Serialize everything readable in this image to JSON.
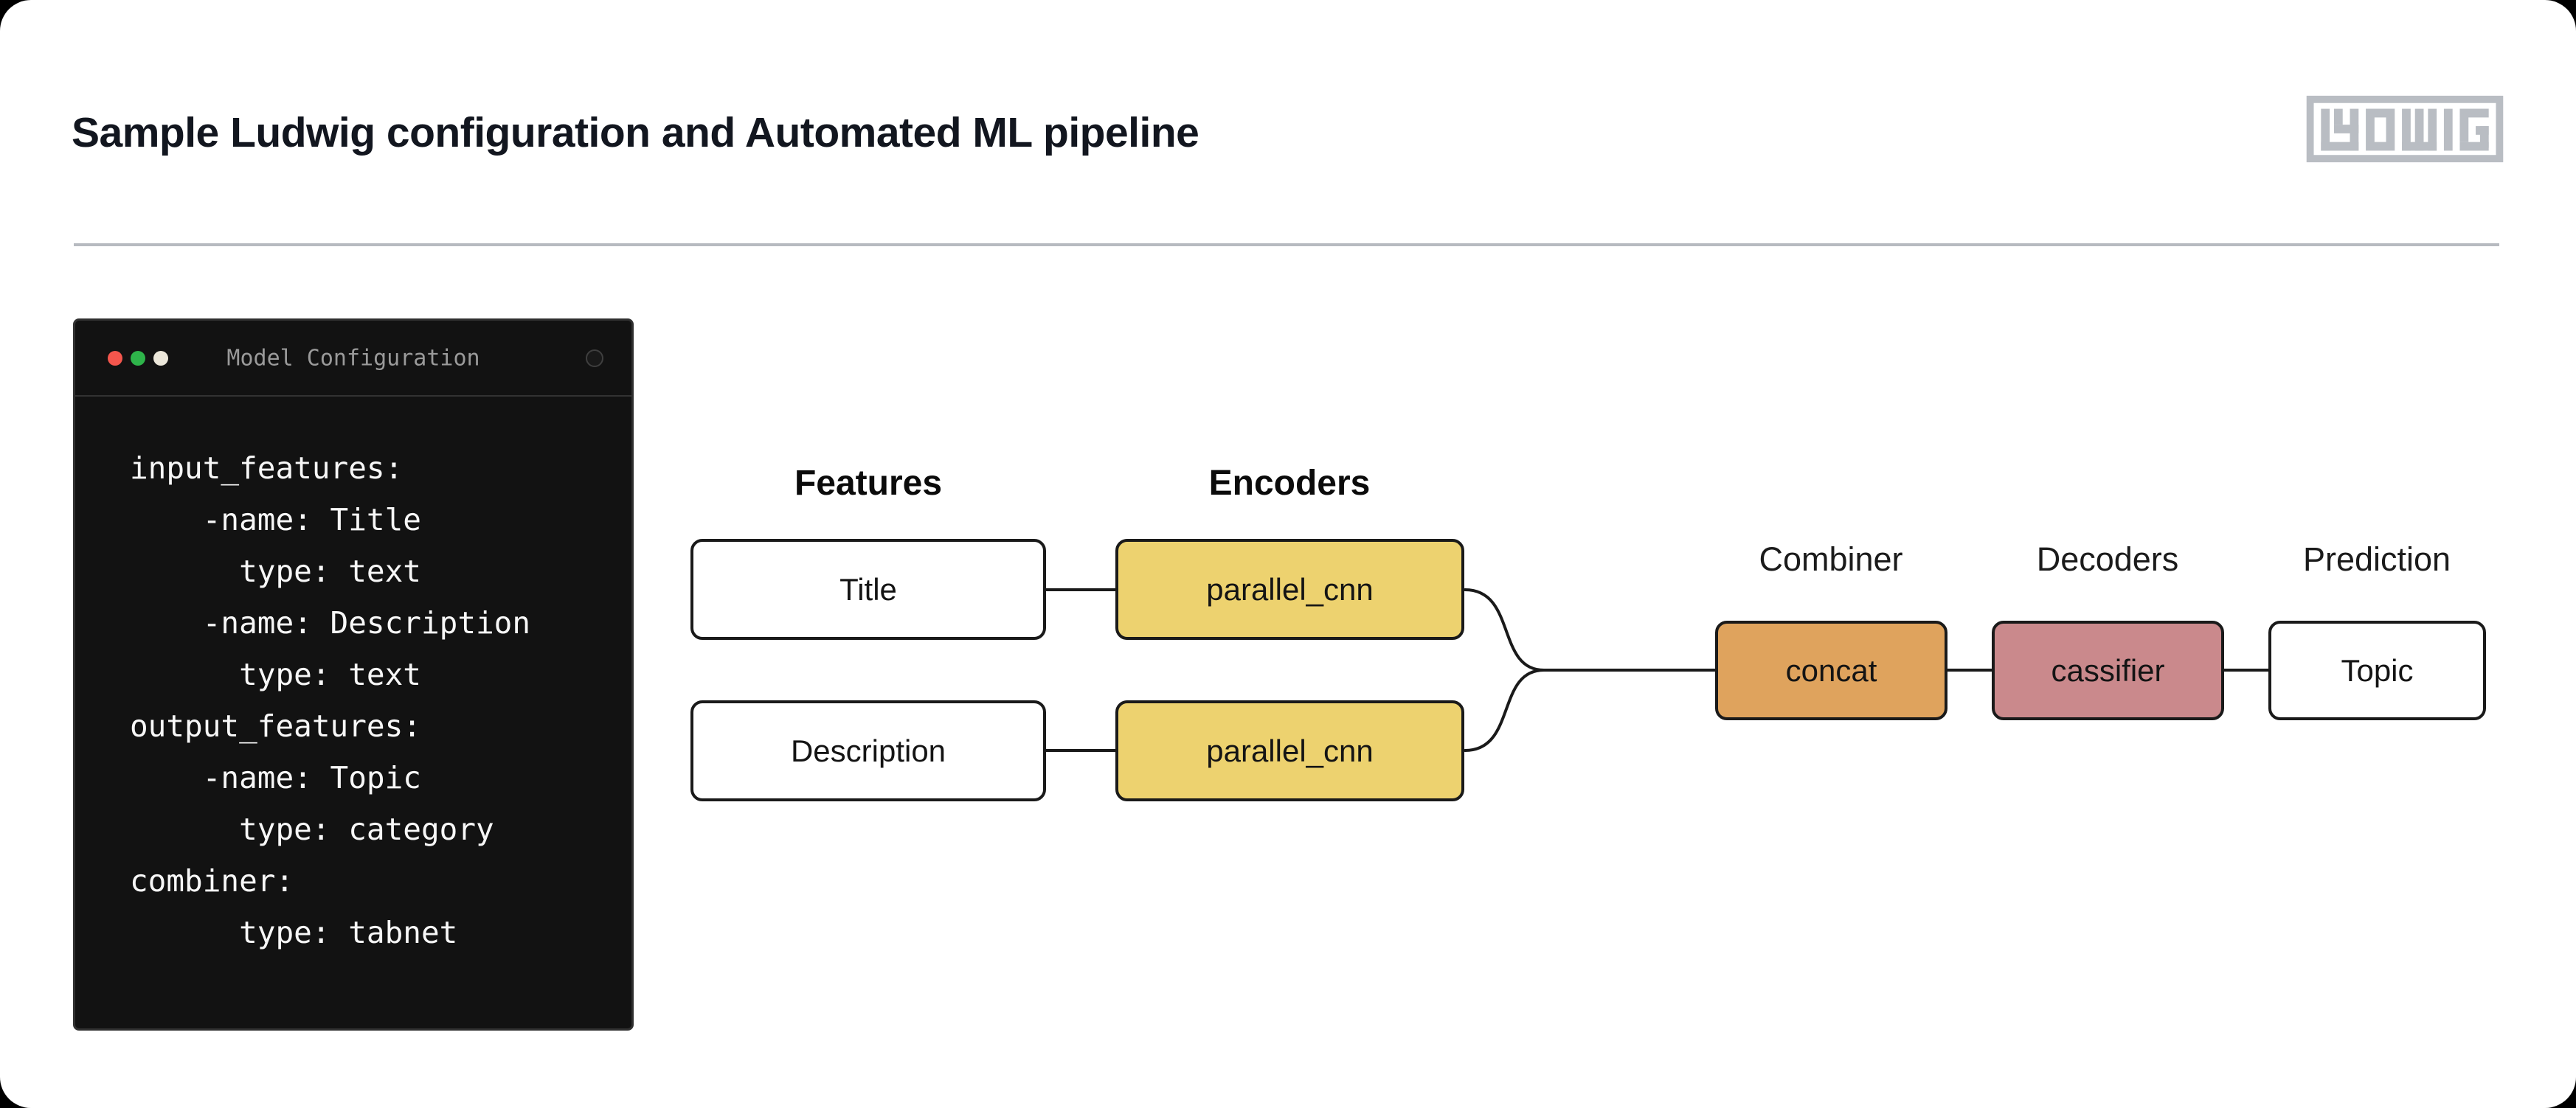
{
  "page": {
    "title": "Sample Ludwig configuration and Automated ML pipeline",
    "logo_text": "LUDWIG",
    "background_color": "#000000",
    "card_color": "#ffffff",
    "divider_color": "#b7bac0",
    "logo_color": "#b9bdc3"
  },
  "terminal": {
    "title": "Model Configuration",
    "traffic_lights": [
      "#f4564d",
      "#2eb44a",
      "#ece7da"
    ],
    "background_color": "#121212",
    "code_lines": [
      "input_features:",
      "    -name: Title",
      "      type: text",
      "    -name: Description",
      "      type: text",
      "output_features:",
      "    -name: Topic",
      "      type: category",
      "combiner:",
      "      type: tabnet"
    ]
  },
  "pipeline": {
    "headers": {
      "features": "Features",
      "encoders": "Encoders",
      "combiner": "Combiner",
      "decoders": "Decoders",
      "prediction": "Prediction"
    },
    "features": [
      {
        "label": "Title"
      },
      {
        "label": "Description"
      }
    ],
    "encoders": [
      {
        "label": "parallel_cnn"
      },
      {
        "label": "parallel_cnn"
      }
    ],
    "combiner": {
      "label": "concat",
      "color": "#dfa35d"
    },
    "decoder": {
      "label": "cassifier",
      "color": "#ca898c"
    },
    "prediction": {
      "label": "Topic",
      "color": "#ffffff"
    },
    "encoder_color": "#edd26f",
    "line_color": "#1a1a1a"
  }
}
